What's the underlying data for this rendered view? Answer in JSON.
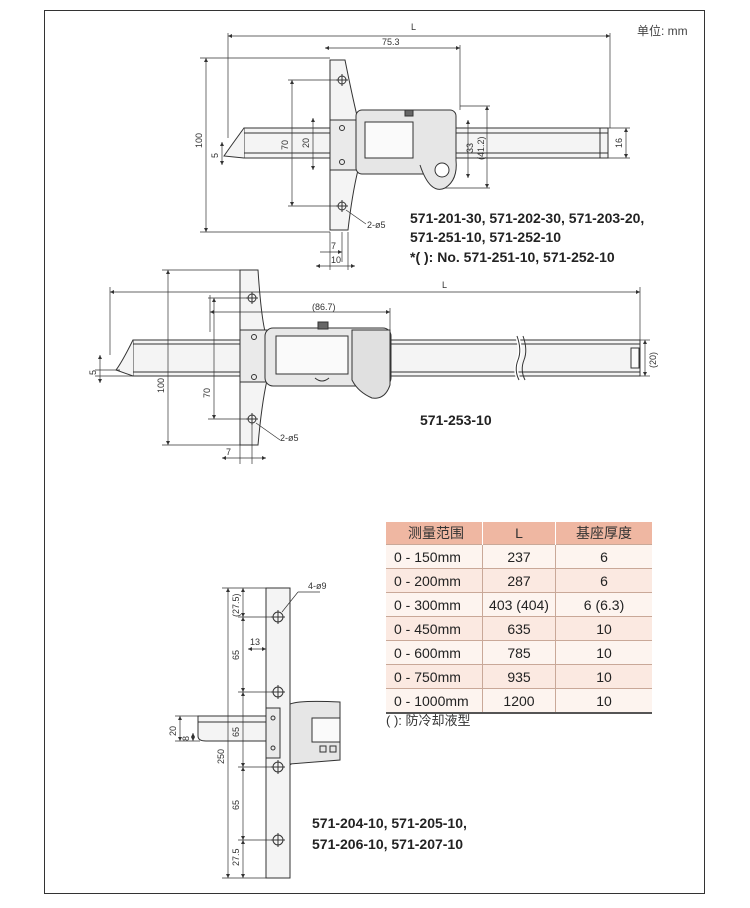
{
  "unit_label": "单位: mm",
  "figure1": {
    "dims": {
      "L": "L",
      "d75_3": "75.3",
      "d100": "100",
      "d5": "5",
      "d70": "70",
      "d20": "20",
      "d33": "33",
      "d41_2": "(41.2)",
      "d16": "16",
      "holes": "2-ø5",
      "d7": "7",
      "d10": "10"
    },
    "model_lines": [
      "571-201-30, 571-202-30, 571-203-20,",
      "571-251-10, 571-252-10",
      "*(    ): No. 571-251-10, 571-252-10"
    ]
  },
  "figure2": {
    "dims": {
      "L": "L",
      "d86_7": "(86.7)",
      "d5": "5",
      "d100": "100",
      "d70": "70",
      "holes": "2-ø5",
      "d7": "7",
      "d20": "(20)"
    },
    "model": "571-253-10"
  },
  "figure3": {
    "dims": {
      "holes": "4-ø9",
      "d27_5a": "(27.5)",
      "d13": "13",
      "d65a": "65",
      "d20": "20",
      "d8": "8",
      "d65b": "65",
      "d250": "250",
      "d65c": "65",
      "d27_5b": "27.5"
    },
    "model_lines": [
      "571-204-10, 571-205-10,",
      "571-206-10, 571-207-10"
    ]
  },
  "spec_table": {
    "headers": [
      "测量范围",
      "L",
      "基座厚度"
    ],
    "rows": [
      [
        "0 - 150mm",
        "237",
        "6"
      ],
      [
        "0 - 200mm",
        "287",
        "6"
      ],
      [
        "0 - 300mm",
        "403 (404)",
        "6 (6.3)"
      ],
      [
        "0 - 450mm",
        "635",
        "10"
      ],
      [
        "0 - 600mm",
        "785",
        "10"
      ],
      [
        "0 - 750mm",
        "935",
        "10"
      ],
      [
        "0 - 1000mm",
        "1200",
        "10"
      ]
    ],
    "note": "( ): 防冷却液型"
  }
}
